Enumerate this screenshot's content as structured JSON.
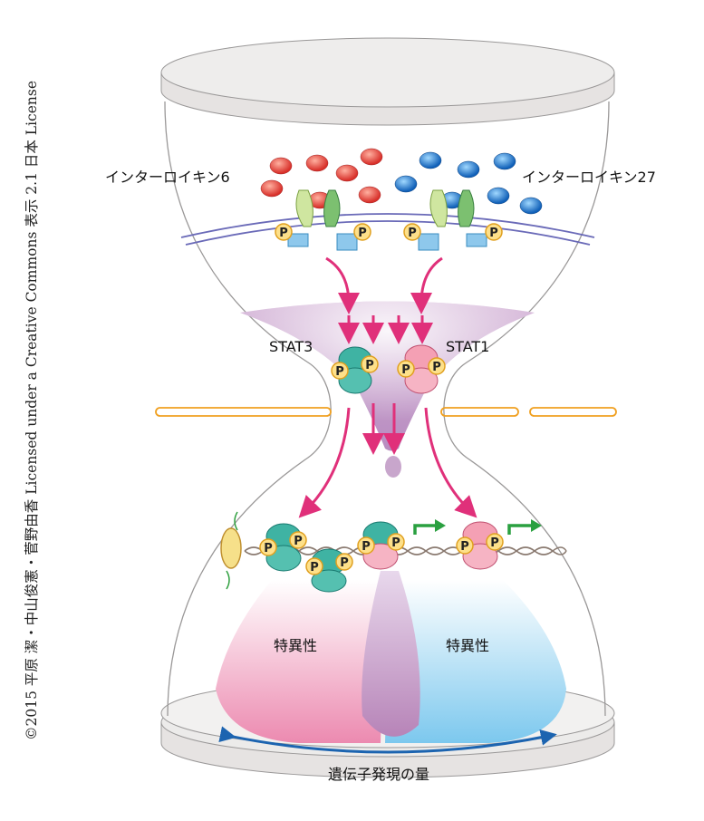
{
  "labels": {
    "il6": "インターロイキン6",
    "il27": "インターロイキン27",
    "stat3": "STAT3",
    "stat1": "STAT1",
    "specificity_left": "特異性",
    "specificity_right": "特異性",
    "expression": "遺伝子発現の量",
    "phospho": "P"
  },
  "copyright": "©2015 平原 潔・中山俊憲・菅野由香 Licensed under a Creative Commons 表示 2.1 日本 License",
  "colors": {
    "il6": "#e0443a",
    "il27": "#1a78c8",
    "arrow": "#e0307a",
    "stat3": "#3fb3a3",
    "stat1": "#f08aa0",
    "funnel": "#c79ac8",
    "membrane": "#6a6ab8",
    "nucleus": "#f0a020",
    "transcription": "#2aa040",
    "expression_arrow": "#1c64b0"
  }
}
